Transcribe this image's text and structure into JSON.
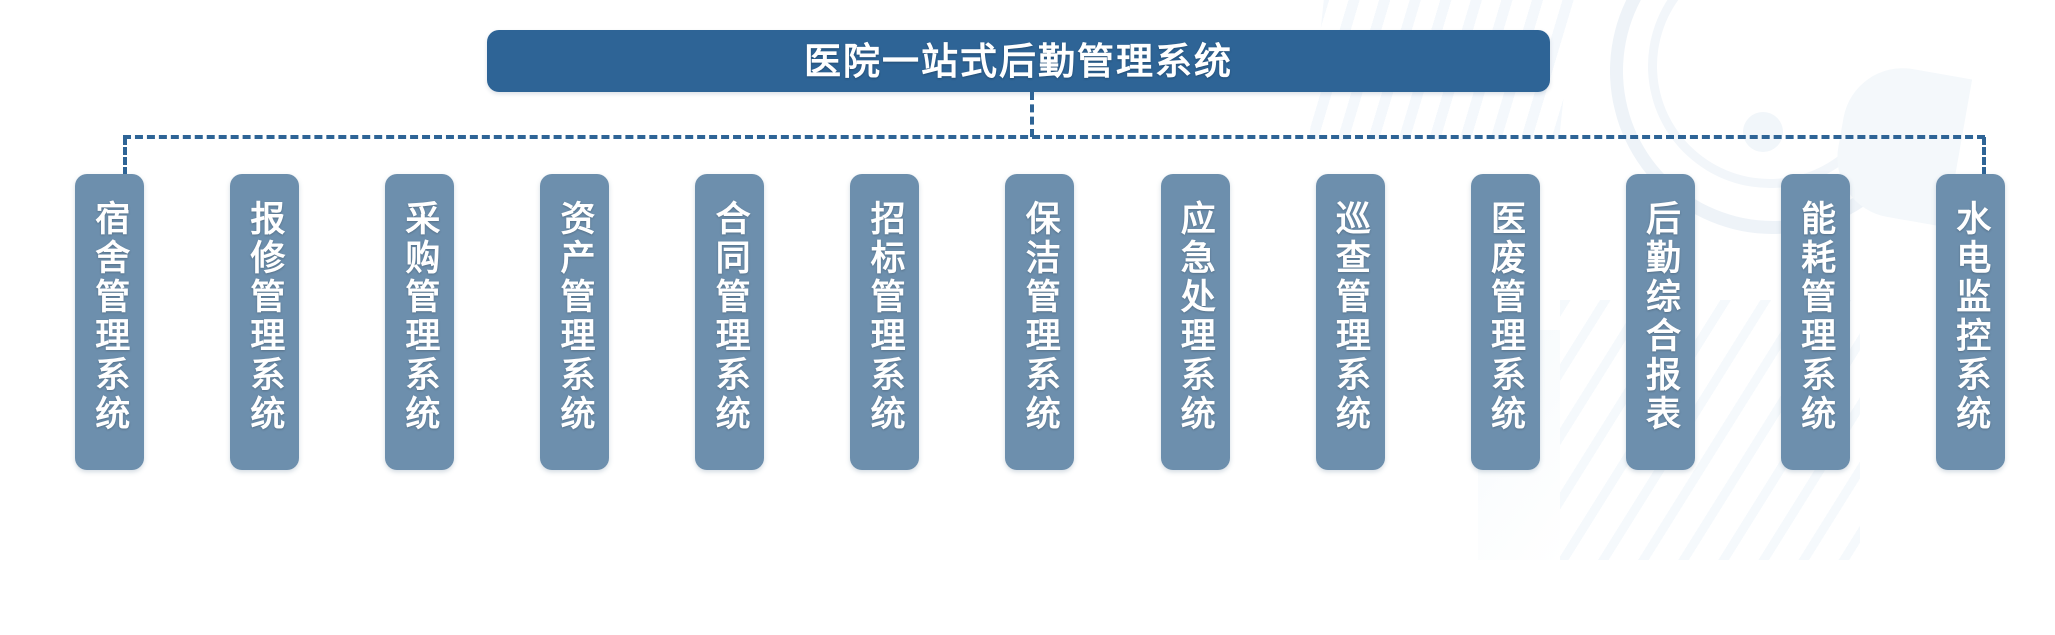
{
  "diagram": {
    "root": {
      "label": "医院一站式后勤管理系统"
    },
    "colors": {
      "root_fill": "#2e6496",
      "leaf_fill": "#6d8fad",
      "connector": "#2e6496",
      "text": "#ffffff",
      "background": "#ffffff"
    },
    "connector_style": "dashed",
    "leaves": [
      {
        "label": "宿舍管理系统"
      },
      {
        "label": "报修管理系统"
      },
      {
        "label": "采购管理系统"
      },
      {
        "label": "资产管理系统"
      },
      {
        "label": "合同管理系统"
      },
      {
        "label": "招标管理系统"
      },
      {
        "label": "保洁管理系统"
      },
      {
        "label": "应急处理系统"
      },
      {
        "label": "巡查管理系统"
      },
      {
        "label": "医废管理系统"
      },
      {
        "label": "后勤综合报表"
      },
      {
        "label": "能耗管理系统"
      },
      {
        "label": "水电监控系统"
      }
    ]
  }
}
